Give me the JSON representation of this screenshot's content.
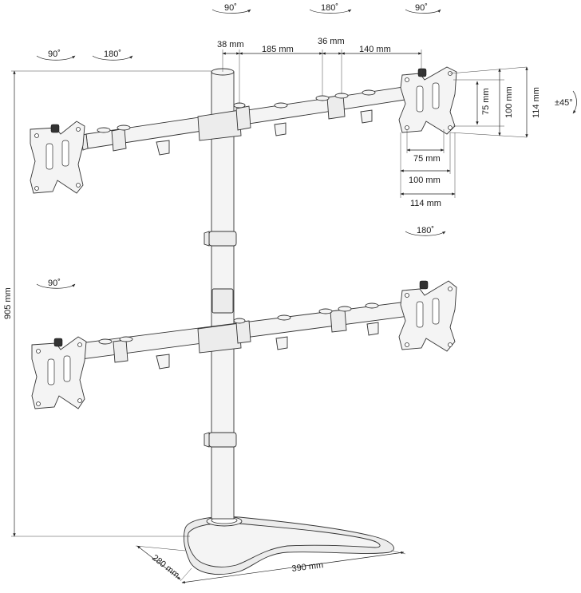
{
  "dimensions": {
    "pole_offset": "38 mm",
    "arm_segment": "185 mm",
    "joint_width": "36 mm",
    "arm_end": "140 mm",
    "vesa_small_h": "75 mm",
    "vesa_medium_h": "100 mm",
    "vesa_large_h": "114 mm",
    "vesa_small_w": "75 mm",
    "vesa_medium_w": "100 mm",
    "vesa_large_w": "114 mm",
    "total_height": "905 mm",
    "base_depth": "280 mm",
    "base_width": "390 mm"
  },
  "rotations": {
    "top_center_left": "90˚",
    "top_center_mid": "180˚",
    "top_center_right": "90˚",
    "upper_left_a": "90˚",
    "upper_left_b": "180˚",
    "tilt": "±45°",
    "lower_right": "180˚",
    "lower_left": "90˚"
  }
}
